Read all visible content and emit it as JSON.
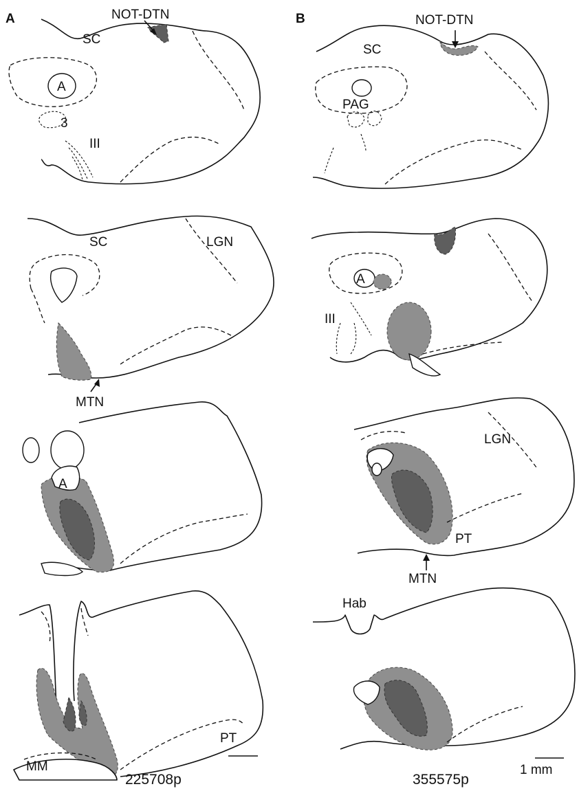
{
  "panels": {
    "a": {
      "letter": "A",
      "case_id": "225708p",
      "labels": {
        "not_dtn": "NOT-DTN",
        "sc_1": "SC",
        "aqueduct_1": "A",
        "third_nucleus": "3",
        "oculomotor": "III",
        "sc_2": "SC",
        "lgn": "LGN",
        "mtn": "MTN",
        "aqueduct_3": "A",
        "pt": "PT",
        "mm": "MM"
      }
    },
    "b": {
      "letter": "B",
      "case_id": "355575p",
      "labels": {
        "not_dtn": "NOT-DTN",
        "sc": "SC",
        "pag": "PAG",
        "aqueduct": "A",
        "oculomotor": "III",
        "lgn": "LGN",
        "pt": "PT",
        "mtn": "MTN",
        "hab": "Hab"
      }
    }
  },
  "scale_bar": {
    "label": "1 mm"
  },
  "colors": {
    "light_label": "#8f8f8f",
    "dark_label": "#5e5e5e"
  }
}
